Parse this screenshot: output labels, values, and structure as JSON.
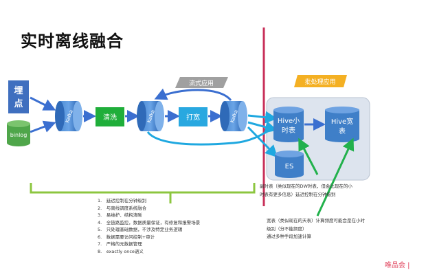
{
  "title": "实时离线融合",
  "nodes": {
    "maidian": [
      "埋",
      "点"
    ],
    "binlog": "binlog",
    "kafka": "Kafka",
    "qingxi": "清洗",
    "dakuan": "打宽",
    "hive_hour": [
      "Hive小",
      "时表"
    ],
    "hive_wide": [
      "Hive宽",
      "表"
    ],
    "es": "ES"
  },
  "banners": {
    "stream": "流式应用",
    "batch": "批处理应用"
  },
  "notes_left": [
    "1.　延迟控制在分钟级别",
    "2.　与离线调度系统融合",
    "3.　易维护、结构清晰",
    "4.　全链路监控，数据质量保证，有修复和报警场景",
    "5.　只处理基础数据，不涉及特定业务逻辑",
    "6.　数据需要访问控制+审计",
    "7.　严格的元数据管理",
    "8.　exactly once语义"
  ],
  "notes_right_top": [
    "副时表（类似现在的DW时表，但会比现在的小",
    "时表有更多信息）延迟控制在分钟级别"
  ],
  "notes_right_bottom": [
    "宽表（类似现在的天表）计算频度可能会是在小时",
    "级别（分不能频度）",
    "通过多种手段加速计算"
  ],
  "watermark": "唯品会 |",
  "colors": {
    "blue_arrow": "#3b6fd0",
    "cyan_arrow": "#1fa8e0",
    "green_line": "#8cc63f",
    "green_arrow": "#22b14c",
    "red_line": "#c8305a",
    "orange_banner": "#f4b023",
    "gray_banner": "#a0a0a0",
    "cylinder": "#3f7fc8",
    "qingxi_box": "#1fae3a",
    "dakuan_box": "#29a8e0"
  }
}
